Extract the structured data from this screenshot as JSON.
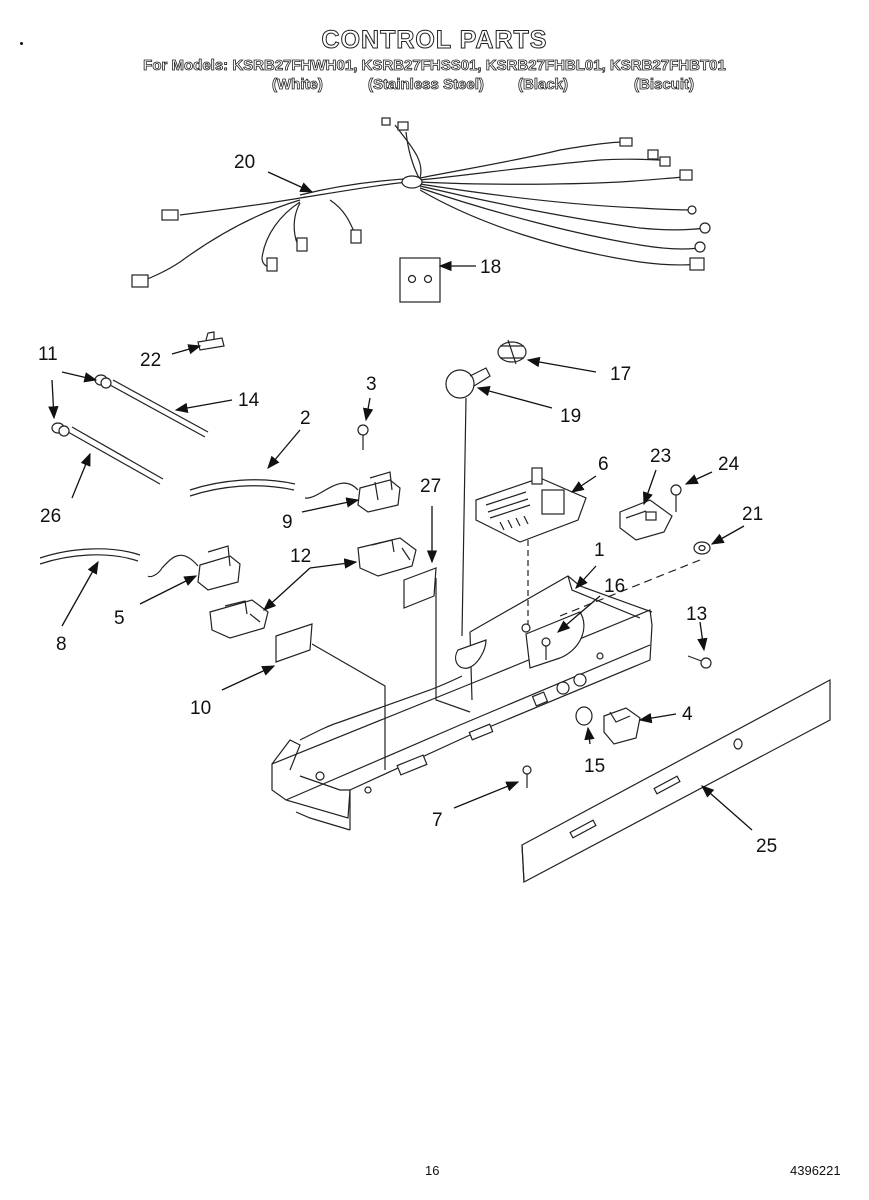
{
  "header": {
    "title": "CONTROL PARTS",
    "models": "For Models: KSRB27FHWH01, KSRB27FHSS01, KSRB27FHBL01, KSRB27FHBT01",
    "variants": [
      "(White)",
      "(Stainless Steel)",
      "(Black)",
      "(Biscuit)"
    ]
  },
  "callouts": {
    "c1": "1",
    "c2": "2",
    "c3": "3",
    "c4": "4",
    "c5": "5",
    "c6": "6",
    "c7": "7",
    "c8": "8",
    "c9": "9",
    "c10": "10",
    "c11": "11",
    "c12": "12",
    "c13": "13",
    "c14": "14",
    "c15": "15",
    "c16": "16",
    "c17": "17",
    "c18": "18",
    "c19": "19",
    "c20": "20",
    "c21": "21",
    "c22": "22",
    "c23": "23",
    "c24": "24",
    "c25": "25",
    "c26": "26",
    "c27": "27"
  },
  "footer": {
    "page_number": "16",
    "doc_number": "4396221"
  }
}
